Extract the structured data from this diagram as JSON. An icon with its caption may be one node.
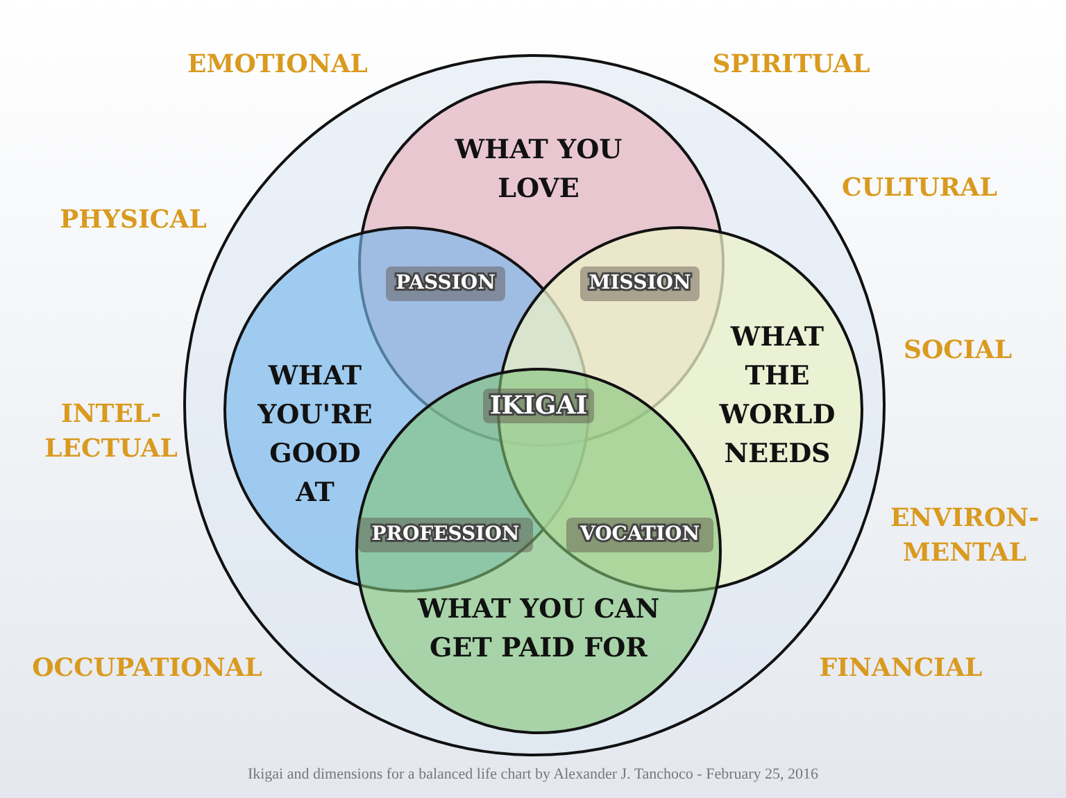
{
  "diagram": {
    "caption": "Ikigai and dimensions for a balanced life chart by Alexander J. Tanchoco - February 25, 2016",
    "nodes": [
      {
        "text": [],
        "shape": "circle"
      },
      {
        "text": [
          "WHAT YOU LOVE"
        ],
        "in": 0
      },
      {
        "text": [
          "WHAT YOU'RE GOOD AT"
        ],
        "in": 0
      },
      {
        "text": [
          "WHAT THE WORLD NEEDS"
        ],
        "in": 0
      },
      {
        "text": [
          "WHAT YOU CAN GET PAID FOR"
        ],
        "in": 0
      }
    ],
    "labels": [
      "EMOTIONAL",
      "SPIRITUAL",
      "PHYSICAL",
      "CULTURAL",
      "PASSION",
      "MISSION",
      "SOCIAL",
      "IKIGAI",
      "INTEL- LECTUAL",
      "PROFESSION",
      "VOCATION",
      "ENVIRON- MENTAL",
      "OCCUPATIONAL",
      "FINANCIAL"
    ]
  }
}
